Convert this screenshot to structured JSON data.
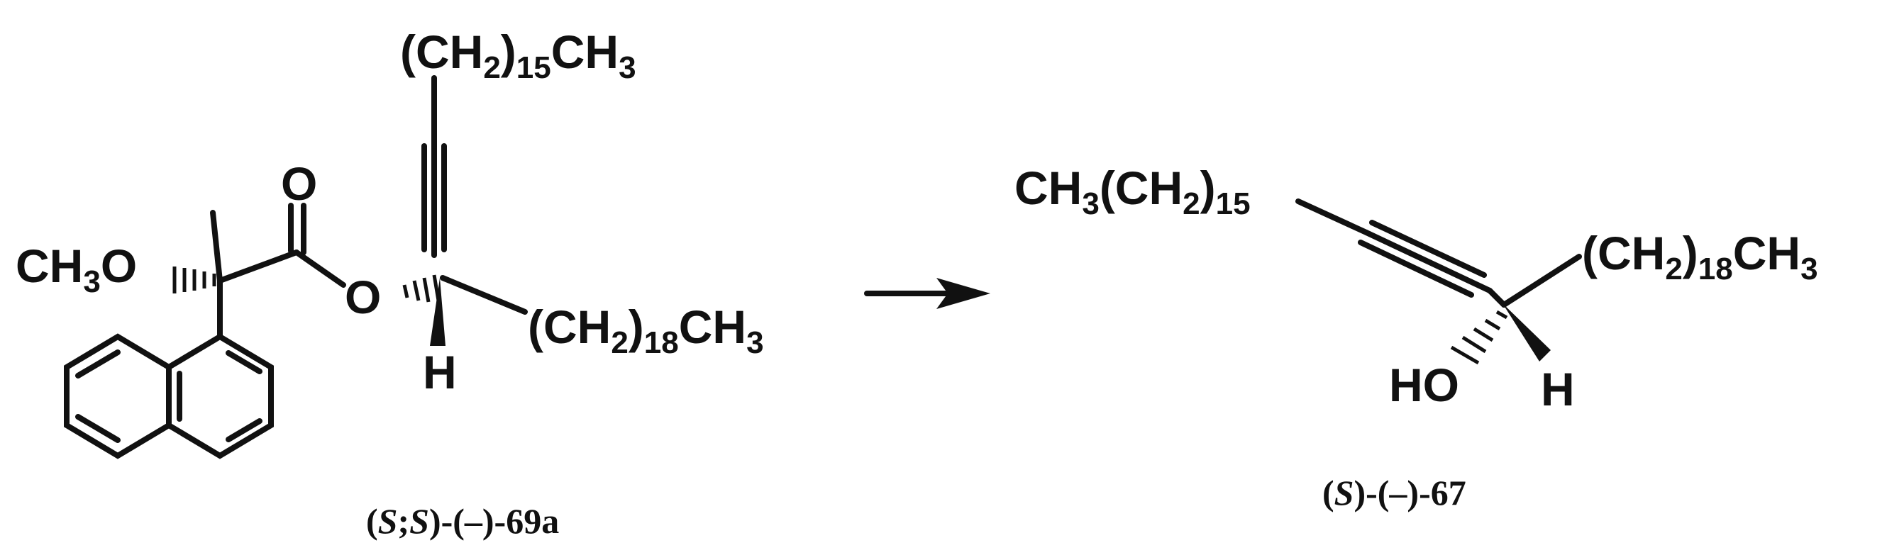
{
  "reactant": {
    "ome_group": "CH3O",
    "carbonyl_O": "O",
    "ester_O": "O",
    "alkyne_chain_top": "(CH2)15CH3",
    "alkyl_chain": "(CH2)18CH3",
    "stereo_H": "H",
    "label": {
      "S1": "S",
      "sep": ";",
      "S2": "S",
      "suffix": ")-(–)-69a",
      "open": "("
    }
  },
  "product": {
    "alkyne_chain_left": "CH3(CH2)15",
    "alkyl_chain": "(CH2)18CH3",
    "hydroxyl": "HO",
    "stereo_H": "H",
    "label": {
      "open": "(",
      "S": "S",
      "suffix": ")-(–)-67"
    }
  },
  "colors": {
    "ink": "#111111",
    "background": "#ffffff"
  }
}
